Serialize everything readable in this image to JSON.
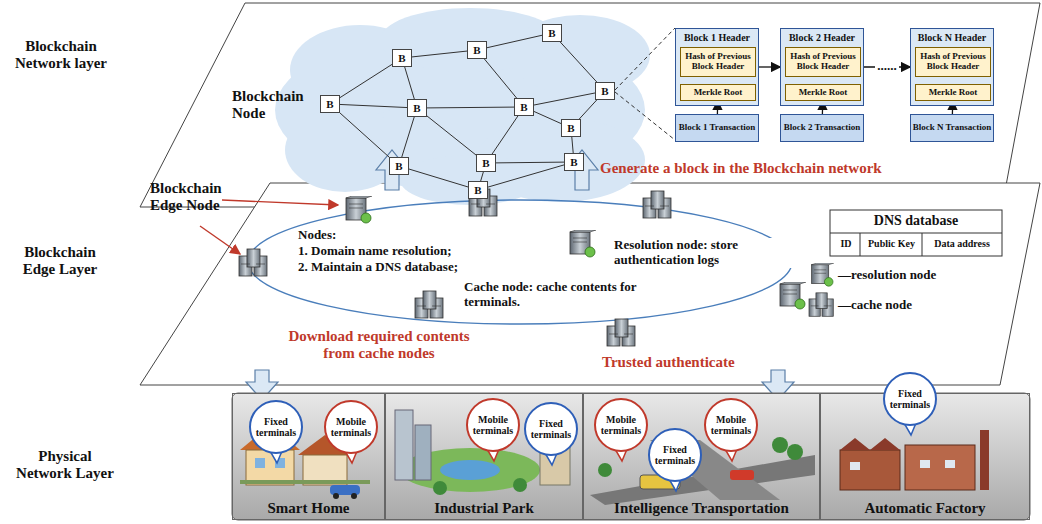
{
  "diagram": {
    "nodes": [
      {
        "text": [
          "B"
        ]
      },
      {
        "text": [
          "B"
        ]
      },
      {
        "text": [
          "B"
        ]
      },
      {
        "text": [
          "B"
        ]
      },
      {
        "text": [
          "B"
        ]
      },
      {
        "text": [
          "B"
        ]
      },
      {
        "text": [
          "B"
        ]
      },
      {
        "text": [
          "B"
        ]
      },
      {
        "text": [
          "B"
        ]
      },
      {
        "text": [
          "B"
        ]
      },
      {
        "text": [
          "B"
        ]
      },
      {
        "text": [
          "B"
        ]
      },
      {
        "text": [
          "Block 1 Header"
        ]
      },
      {
        "text": [
          "Hash of Previous Block Header"
        ],
        "in": 12
      },
      {
        "text": [
          "Merkle Root"
        ],
        "in": 12
      },
      {
        "text": [
          "Block 1 Transaction"
        ]
      },
      {
        "text": [
          "Block 2 Header"
        ]
      },
      {
        "text": [
          "Hash of Previous Block Header"
        ],
        "in": 16
      },
      {
        "text": [
          "Merkle Root"
        ],
        "in": 16
      },
      {
        "text": [
          "Block 2 Transaction"
        ]
      },
      {
        "text": [
          "Block N Header"
        ]
      },
      {
        "text": [
          "Hash of Previous Block Header"
        ],
        "in": 20
      },
      {
        "text": [
          "Merkle Root"
        ],
        "in": 20
      },
      {
        "text": [
          "Block N Transaction"
        ]
      },
      {
        "text": [
          "Smart Home"
        ]
      },
      {
        "text": [
          "Fixed terminals"
        ],
        "in": 24
      },
      {
        "text": [
          "Mobile terminals"
        ],
        "in": 24
      },
      {
        "text": [
          "Industrial Park"
        ]
      },
      {
        "text": [
          "Mobile terminals"
        ],
        "in": 27
      },
      {
        "text": [
          "Fixed terminals"
        ],
        "in": 27
      },
      {
        "text": [
          "Intelligence Transportation"
        ]
      },
      {
        "text": [
          "Mobile terminals"
        ],
        "in": 30
      },
      {
        "text": [
          "Fixed terminals"
        ],
        "in": 30
      },
      {
        "text": [
          "Mobile terminals"
        ],
        "in": 30
      },
      {
        "text": [
          "Automatic Factory"
        ]
      },
      {
        "text": [
          "Fixed terminals"
        ],
        "in": 34
      }
    ],
    "edges": [
      {
        "from": 4,
        "to": 2,
        "arrow": "none"
      },
      {
        "from": 4,
        "to": 5,
        "arrow": "none"
      },
      {
        "from": 4,
        "to": 10,
        "arrow": "none"
      },
      {
        "from": 2,
        "to": 1,
        "arrow": "none"
      },
      {
        "from": 2,
        "to": 5,
        "arrow": "none"
      },
      {
        "from": 1,
        "to": 0,
        "arrow": "none"
      },
      {
        "from": 1,
        "to": 6,
        "arrow": "none"
      },
      {
        "from": 0,
        "to": 3,
        "arrow": "none"
      },
      {
        "from": 5,
        "to": 6,
        "arrow": "none"
      },
      {
        "from": 5,
        "to": 10,
        "arrow": "none"
      },
      {
        "from": 5,
        "to": 8,
        "arrow": "none"
      },
      {
        "from": 6,
        "to": 3,
        "arrow": "none"
      },
      {
        "from": 6,
        "to": 7,
        "arrow": "none"
      },
      {
        "from": 6,
        "to": 8,
        "arrow": "none"
      },
      {
        "from": 3,
        "to": 7,
        "arrow": "none"
      },
      {
        "from": 7,
        "to": 9,
        "arrow": "none"
      },
      {
        "from": 8,
        "to": 9,
        "arrow": "none"
      },
      {
        "from": 10,
        "to": 11,
        "arrow": "none"
      },
      {
        "from": 8,
        "to": 11,
        "arrow": "none"
      },
      {
        "from": 9,
        "to": 11,
        "arrow": "none"
      },
      {
        "from": 12,
        "to": 16,
        "arrow": "to"
      },
      {
        "from": 16,
        "to": 20,
        "label": "......",
        "arrow": "to"
      },
      {
        "from": 15,
        "to": 14,
        "arrow": "to"
      },
      {
        "from": 19,
        "to": 18,
        "arrow": "to"
      },
      {
        "from": 23,
        "to": 22,
        "arrow": "to"
      }
    ],
    "labels": [
      "Blockchain Network layer",
      "Blockchain Node",
      "Generate a block in the Blockchain network",
      "Blockchain Edge Layer",
      "Blockchain Edge Node",
      "Nodes:",
      "1. Domain name resolution;",
      "2. Maintain a DNS database;",
      "Resolution node: store authentication logs",
      "Cache node: cache contents for terminals.",
      "DNS database",
      "ID",
      "Public Key",
      "Data address",
      "Download required contents from cache nodes",
      "Trusted authenticate",
      "Physical Network Layer"
    ],
    "legend": [
      {
        "text": "—resolution node"
      },
      {
        "text": "—cache node"
      }
    ]
  }
}
